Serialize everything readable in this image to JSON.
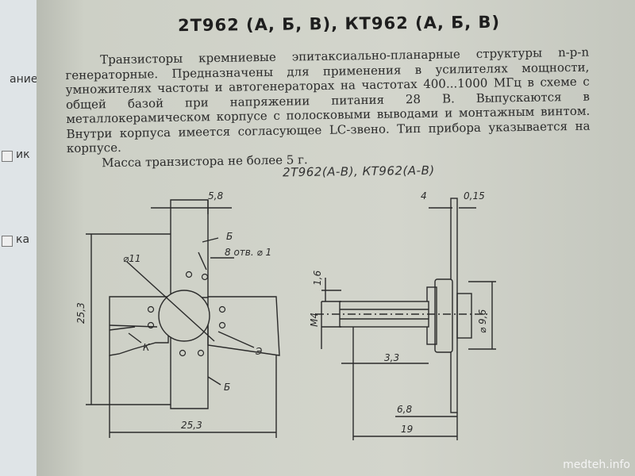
{
  "left_edge": {
    "text1": "ание",
    "text2": "ик",
    "text3": "ка"
  },
  "title": "2Т962 (А, Б, В), КТ962 (А, Б, В)",
  "body_text": "Транзисторы кремниевые эпитаксиально-планарные структуры n-p-n генераторные. Предназначены для применения в усилителях мощности, умножителях частоты и автогенераторах на частотах 400...1000 МГц в схеме с общей базой при напряжении питания 28 В. Выпускаются в металлокерамическом корпусе с полосковыми выводами и монтажным винтом. Внутри корпуса имеется согласующее LC-звено. Тип прибора указывается на корпусе.",
  "mass_text": "Масса транзистора не более 5 г.",
  "figure_title": "2Т962(А-В), КТ962(А-В)",
  "dimensions": {
    "width_top": "5,8",
    "diameter_body": "⌀11",
    "holes": "8 отв. ⌀ 1",
    "height_total": "25,3",
    "width_total": "25,3",
    "lead_b_top": "Б",
    "lead_b_bottom": "Б",
    "lead_e": "Э",
    "lead_k": "К",
    "side_4": "4",
    "side_015": "0,15",
    "side_16": "1,6",
    "thread": "М4",
    "side_33": "3,3",
    "side_96": "⌀ 9,6",
    "side_68": "6,8",
    "side_19": "19"
  },
  "watermark": "medteh.info"
}
